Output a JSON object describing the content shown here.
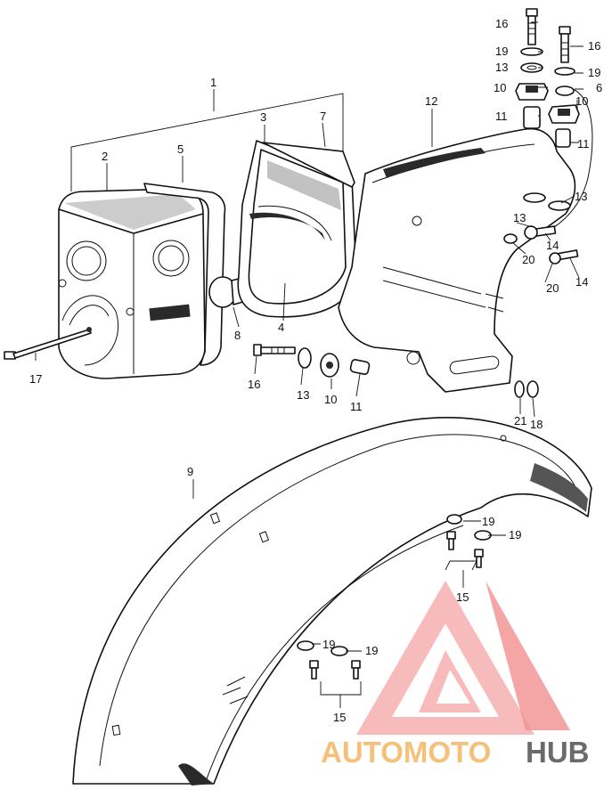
{
  "diagram": {
    "callouts": [
      {
        "id": "c1",
        "label": "1"
      },
      {
        "id": "c2",
        "label": "2"
      },
      {
        "id": "c3",
        "label": "3"
      },
      {
        "id": "c4",
        "label": "4"
      },
      {
        "id": "c5",
        "label": "5"
      },
      {
        "id": "c6",
        "label": "6"
      },
      {
        "id": "c7",
        "label": "7"
      },
      {
        "id": "c8",
        "label": "8"
      },
      {
        "id": "c9",
        "label": "9"
      },
      {
        "id": "c10a",
        "label": "10"
      },
      {
        "id": "c10b",
        "label": "10"
      },
      {
        "id": "c10c",
        "label": "10"
      },
      {
        "id": "c11a",
        "label": "11"
      },
      {
        "id": "c11b",
        "label": "11"
      },
      {
        "id": "c11c",
        "label": "11"
      },
      {
        "id": "c12",
        "label": "12"
      },
      {
        "id": "c13a",
        "label": "13"
      },
      {
        "id": "c13b",
        "label": "13"
      },
      {
        "id": "c13c",
        "label": "13"
      },
      {
        "id": "c13d",
        "label": "13"
      },
      {
        "id": "c14a",
        "label": "14"
      },
      {
        "id": "c14b",
        "label": "14"
      },
      {
        "id": "c15a",
        "label": "15"
      },
      {
        "id": "c15b",
        "label": "15"
      },
      {
        "id": "c16a",
        "label": "16"
      },
      {
        "id": "c16b",
        "label": "16"
      },
      {
        "id": "c16c",
        "label": "16"
      },
      {
        "id": "c17",
        "label": "17"
      },
      {
        "id": "c18",
        "label": "18"
      },
      {
        "id": "c19a",
        "label": "19"
      },
      {
        "id": "c19b",
        "label": "19"
      },
      {
        "id": "c19c",
        "label": "19"
      },
      {
        "id": "c19d",
        "label": "19"
      },
      {
        "id": "c19e",
        "label": "19"
      },
      {
        "id": "c19f",
        "label": "19"
      },
      {
        "id": "c20a",
        "label": "20"
      },
      {
        "id": "c20b",
        "label": "20"
      },
      {
        "id": "c21",
        "label": "21"
      }
    ]
  },
  "watermark": {
    "text_part1": "AUTOMOTO",
    "text_part2": "HUB",
    "color_light": "#f7c07a",
    "color_red": "#f08a8a",
    "color_dark": "#6b6b6b"
  }
}
